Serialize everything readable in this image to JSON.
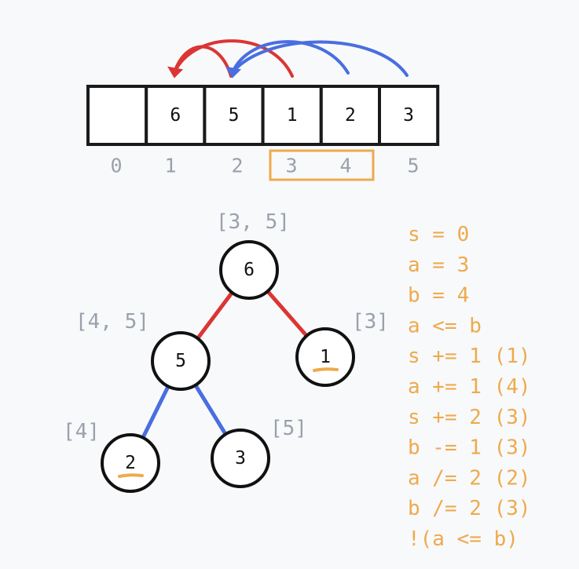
{
  "colors": {
    "red": "#db3534",
    "blue": "#4a6ee0",
    "orange": "#eeaa4d",
    "gray": "#9aa1ab",
    "black": "#111111"
  },
  "array": {
    "cells": [
      "",
      "6",
      "5",
      "1",
      "2",
      "3"
    ],
    "indices": [
      "0",
      "1",
      "2",
      "3",
      "4",
      "5"
    ],
    "highlighted_range": [
      "3",
      "4"
    ]
  },
  "tree": {
    "nodes": [
      {
        "id": "root",
        "value": "6",
        "range": "[3, 5]"
      },
      {
        "id": "left",
        "value": "5",
        "range": "[4, 5]"
      },
      {
        "id": "right",
        "value": "1",
        "range": "[3]",
        "underlined": true
      },
      {
        "id": "left-left",
        "value": "2",
        "range": "[4]",
        "underlined": true
      },
      {
        "id": "left-right",
        "value": "3",
        "range": "[5]"
      }
    ],
    "edges": [
      {
        "from": "root",
        "to": "left",
        "color": "red"
      },
      {
        "from": "root",
        "to": "right",
        "color": "red"
      },
      {
        "from": "left",
        "to": "left-left",
        "color": "blue"
      },
      {
        "from": "left",
        "to": "left-right",
        "color": "blue"
      }
    ]
  },
  "code": [
    "s = 0",
    "a = 3",
    "b = 4",
    "a <= b",
    "s += 1 (1)",
    "a += 1 (4)",
    "s += 2 (3)",
    "b -= 1 (3)",
    "a /= 2 (2)",
    "b /= 2 (3)",
    "!(a <= b)"
  ]
}
